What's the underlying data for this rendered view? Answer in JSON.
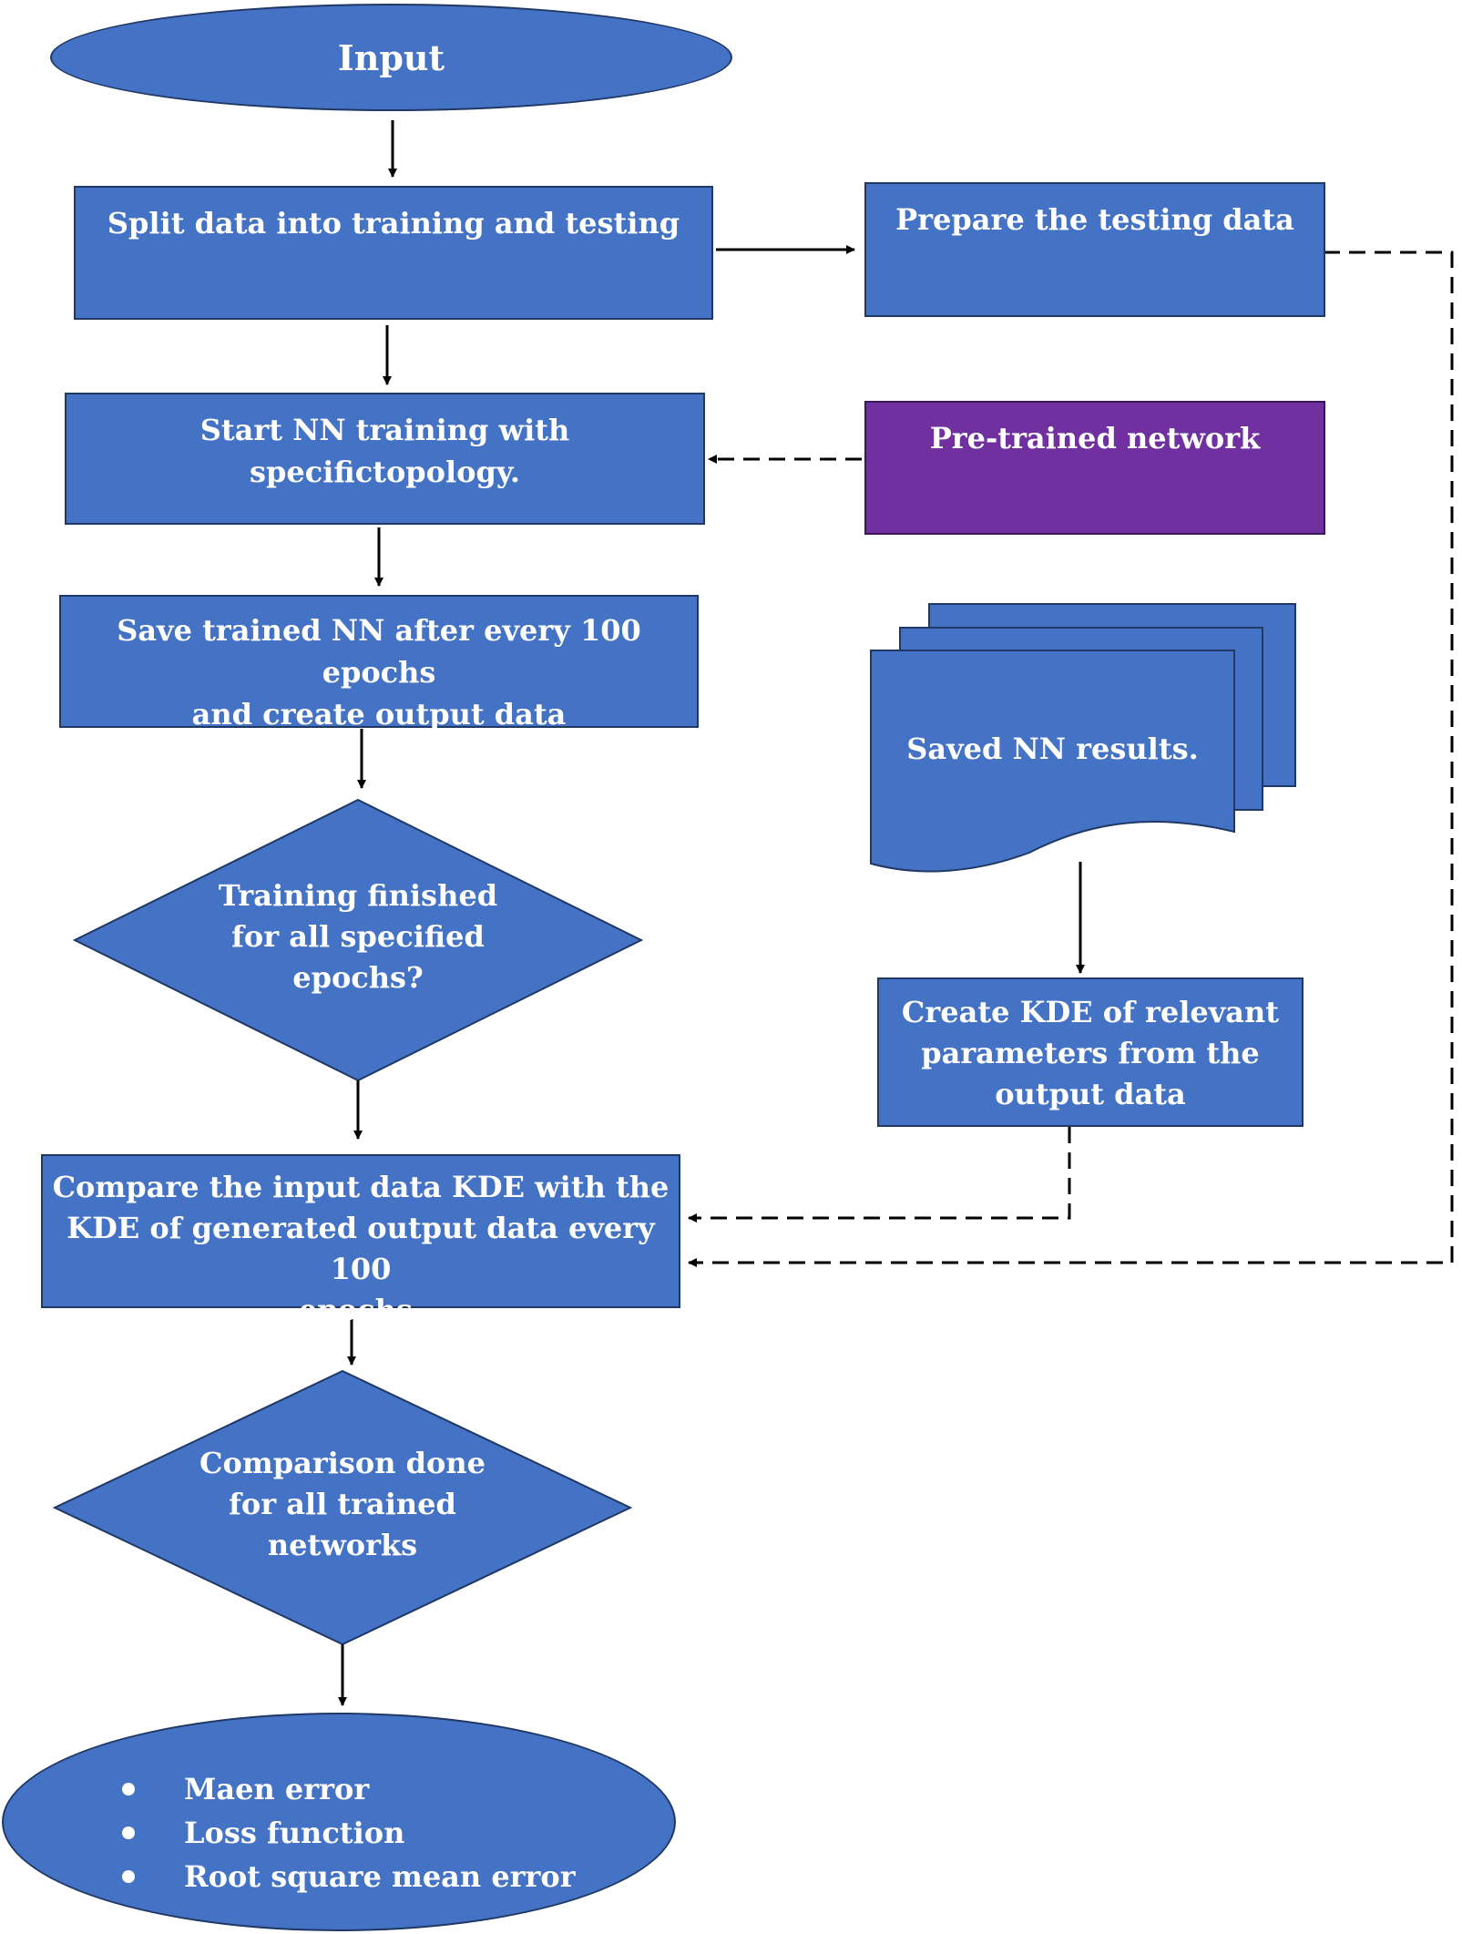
{
  "nodes": {
    "input": "Input",
    "split": "Split data into training and testing",
    "prepare": "Prepare the testing data",
    "start_training": "Start NN training with specifictopology.",
    "pretrained": "Pre-trained network",
    "save_trained": [
      "Save trained NN after every 100 epochs",
      "and create output data"
    ],
    "saved_results": "Saved NN results.",
    "training_finished": [
      "Training finished",
      "for all specified",
      "epochs?"
    ],
    "create_kde": [
      "Create KDE of relevant",
      "parameters from the",
      "output data"
    ],
    "compare": [
      "Compare the input data KDE with the",
      "KDE of generated output data every 100",
      "epochs."
    ],
    "comparison_done": [
      "Comparison done",
      "for all trained",
      "networks"
    ],
    "outputs": [
      "Maen error",
      "Loss function",
      "Root square mean error"
    ]
  },
  "colors": {
    "box_fill": "#4472c4",
    "box_border": "#1f3864",
    "pretrained_fill": "#7030a0",
    "text": "#ffffff",
    "arrow": "#000000"
  }
}
